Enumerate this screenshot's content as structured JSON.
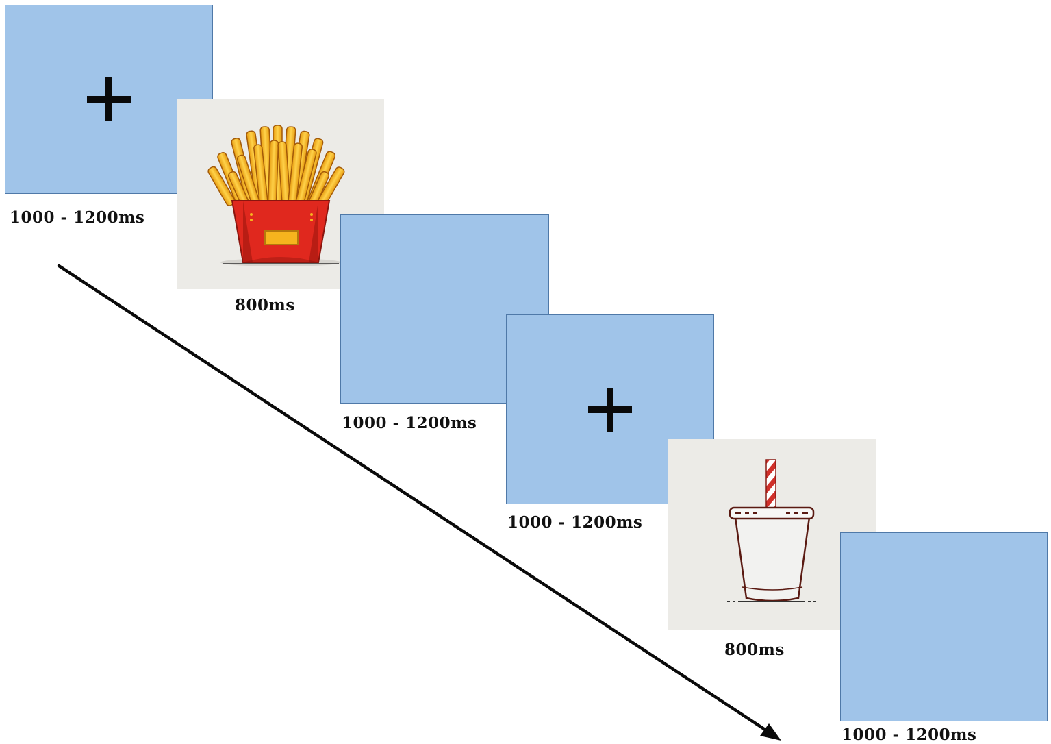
{
  "sequence": [
    {
      "type": "fixation",
      "duration": "1000 - 1200ms"
    },
    {
      "type": "food-image",
      "icon": "french-fries-icon",
      "duration": "800ms"
    },
    {
      "type": "blank",
      "duration": "1000 - 1200ms"
    },
    {
      "type": "fixation",
      "duration": "1000 - 1200ms"
    },
    {
      "type": "drink-image",
      "icon": "drink-cup-icon",
      "duration": "800ms"
    },
    {
      "type": "blank",
      "duration": "1000 - 1200ms"
    }
  ],
  "colors": {
    "screen_fill": "#a0c4e9",
    "screen_border": "#4f79a8",
    "picture_background": "#ecebe7",
    "arrow": "#0a0a0a"
  }
}
